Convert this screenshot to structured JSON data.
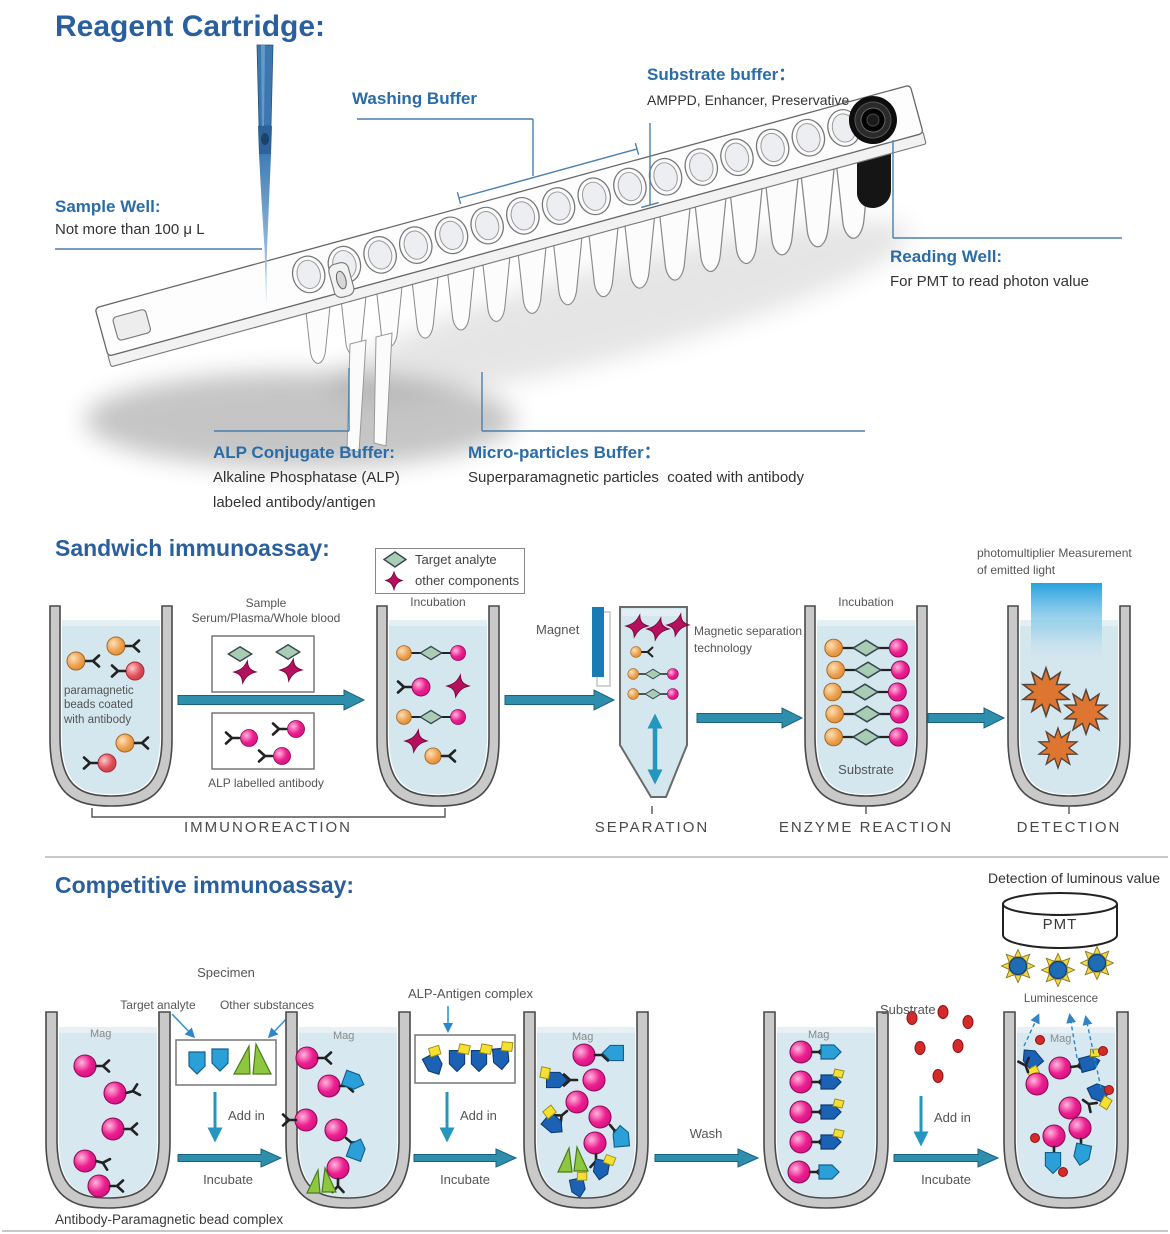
{
  "colors": {
    "accent_blue": "#2a5f9e",
    "label_blue": "#2a6ca8",
    "arrow_teal": "#2e8fad",
    "magnet_blue": "#1b7ab3",
    "liquid": "#d4e6ee",
    "tube_wall": "#c9c9c9",
    "bead_magenta": "#ed1e90",
    "bead_orange": "#eda04f",
    "bead_red": "#e04f5a",
    "diamond_green": "#a9ccb4",
    "star_crimson": "#b5105e",
    "pentagon_light_blue": "#2ba0d8",
    "pentagon_dark_blue": "#1b62b5",
    "alp_yellow": "#f5e032",
    "substrate_red": "#d42a2a",
    "sun_blue": "#1f6cb5",
    "burst_orange": "#de7530"
  },
  "cartridge": {
    "title": "Reagent Cartridge:",
    "sample_well": {
      "title": "Sample Well:",
      "desc": "Not more than 100 μ L"
    },
    "washing_buffer": "Washing Buffer",
    "substrate_buffer": {
      "title": "Substrate buffer：",
      "desc": "AMPPD, Enhancer, Preservative"
    },
    "reading_well": {
      "title": "Reading Well:",
      "desc": "For PMT to read photon value"
    },
    "alp_conjugate": {
      "title": "ALP Conjugate Buffer:",
      "desc1": "Alkaline Phosphatase (ALP)",
      "desc2": "labeled antibody/antigen"
    },
    "micro_particles": {
      "title": "Micro-particles Buffer：",
      "desc": "Superparamagnetic particles  coated with antibody"
    }
  },
  "sandwich": {
    "title": "Sandwich immunoassay:",
    "legend": {
      "target_analyte": "Target analyte",
      "other_components": "other components"
    },
    "tube1_caption": "paramagnetic beads coated with antibody",
    "sample_line1": "Sample",
    "sample_line2": "Serum/Plasma/Whole blood",
    "alp_box_caption": "ALP labelled antibody",
    "incubation": "Incubation",
    "magnet": "Magnet",
    "mag_sep_line1": "Magnetic separation",
    "mag_sep_line2": "technology",
    "substrate": "Substrate",
    "pmt_line1": "photomultiplier Measurement",
    "pmt_line2": "of emitted light",
    "stage_immunoreaction": "IMMUNOREACTION",
    "stage_separation": "SEPARATION",
    "stage_enzyme": "ENZYME REACTION",
    "stage_detection": "DETECTION"
  },
  "competitive": {
    "title": "Competitive immunoassay:",
    "detection_title": "Detection of luminous value",
    "pmt": "PMT",
    "luminescence": "Luminescence",
    "specimen": "Specimen",
    "target_analyte": "Target analyte",
    "other_substances": "Other substances",
    "alp_antigen": "ALP-Antigen complex",
    "substrate": "Substrate",
    "mag": "Mag",
    "add_in": "Add in",
    "incubate": "Incubate",
    "wash": "Wash",
    "caption": "Antibody-Paramagnetic bead complex"
  }
}
